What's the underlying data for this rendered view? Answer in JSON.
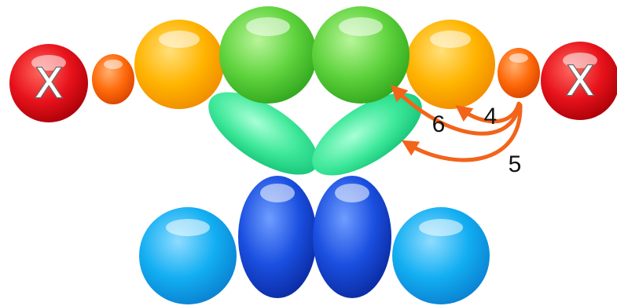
{
  "diagram": {
    "end_marker_left": "X",
    "end_marker_right": "X",
    "arrow_labels": {
      "four": "4",
      "five": "5",
      "six": "6"
    }
  },
  "colors": {
    "red": "#e8121b",
    "orange": "#ff6a0a",
    "yellow": "#ffb400",
    "green": "#5fd33d",
    "teal": "#3ee89a",
    "blue": "#1a4fe0",
    "light_blue": "#12aef2",
    "arrow": "#f2641a"
  }
}
